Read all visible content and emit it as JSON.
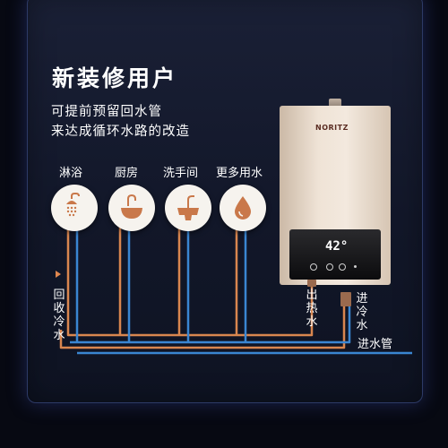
{
  "headline": "新装修用户",
  "subtitle": [
    "可提前预留回水管",
    "来达成循环水路的改造"
  ],
  "fixtures": [
    {
      "label": "淋浴",
      "icon": "shower-icon"
    },
    {
      "label": "厨房",
      "icon": "kitchen-sink-icon"
    },
    {
      "label": "洗手间",
      "icon": "washbasin-icon"
    },
    {
      "label": "更多用水",
      "icon": "water-drop-icon"
    }
  ],
  "pipes": {
    "return_cold": "回收冷水",
    "hot_out": "出热水",
    "cold_in": "进冷水",
    "inlet_pipe": "进水管"
  },
  "heater": {
    "logo": "NORITZ",
    "display": "42°"
  },
  "colors": {
    "hot_pipe": "#d9864f",
    "cold_pipe": "#3a86d2",
    "accent_arrow": "#e0874f"
  }
}
